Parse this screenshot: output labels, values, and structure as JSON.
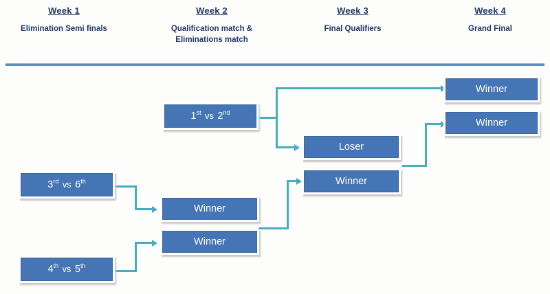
{
  "header": {
    "columns": [
      {
        "title": "Week 1",
        "subtitle": "Elimination Semi finals"
      },
      {
        "title": "Week 2",
        "subtitle": "Qualification match &\nEliminations match"
      },
      {
        "title": "Week 3",
        "subtitle": "Final Qualifiers"
      },
      {
        "title": "Week 4",
        "subtitle": "Grand Final"
      }
    ]
  },
  "colors": {
    "box_fill": "#4575B4",
    "box_border": "#3A66A0",
    "box_text": "#FFFFFF",
    "connector": "#45ADC0",
    "header_text": "#1F3864",
    "divider": "#5B8BC0",
    "background": "#FDFDFB"
  },
  "bracket": {
    "boxes": [
      {
        "id": "match-1v2",
        "week": 2,
        "label": "1st vs 2nd",
        "ordinals": [
          "st",
          "nd"
        ],
        "teams": [
          "1",
          "2"
        ],
        "type": "matchup"
      },
      {
        "id": "match-3v6",
        "week": 1,
        "label": "3rd vs 6th",
        "ordinals": [
          "rd",
          "th"
        ],
        "teams": [
          "3",
          "6"
        ],
        "type": "matchup"
      },
      {
        "id": "match-4v5",
        "week": 1,
        "label": "4th vs 5th",
        "ordinals": [
          "th",
          "th"
        ],
        "teams": [
          "4",
          "5"
        ],
        "type": "matchup"
      },
      {
        "id": "w2-winner-top",
        "week": 2,
        "label": "Winner",
        "type": "result"
      },
      {
        "id": "w2-winner-bot",
        "week": 2,
        "label": "Winner",
        "type": "result"
      },
      {
        "id": "w3-loser",
        "week": 3,
        "label": "Loser",
        "type": "result"
      },
      {
        "id": "w3-winner",
        "week": 3,
        "label": "Winner",
        "type": "result"
      },
      {
        "id": "w4-winner-top",
        "week": 4,
        "label": "Winner",
        "type": "result"
      },
      {
        "id": "w4-winner-bot",
        "week": 4,
        "label": "Winner",
        "type": "result"
      }
    ],
    "connections": [
      {
        "from": "match-1v2",
        "to": "w4-winner-top"
      },
      {
        "from": "match-1v2",
        "to": "w3-loser"
      },
      {
        "from": "match-3v6",
        "to": "w2-winner-top"
      },
      {
        "from": "match-4v5",
        "to": "w2-winner-bot"
      },
      {
        "from": "w2-winner-bot",
        "to": "w3-winner"
      },
      {
        "from": "w3-loser",
        "to": "w4-winner-bot"
      }
    ]
  }
}
